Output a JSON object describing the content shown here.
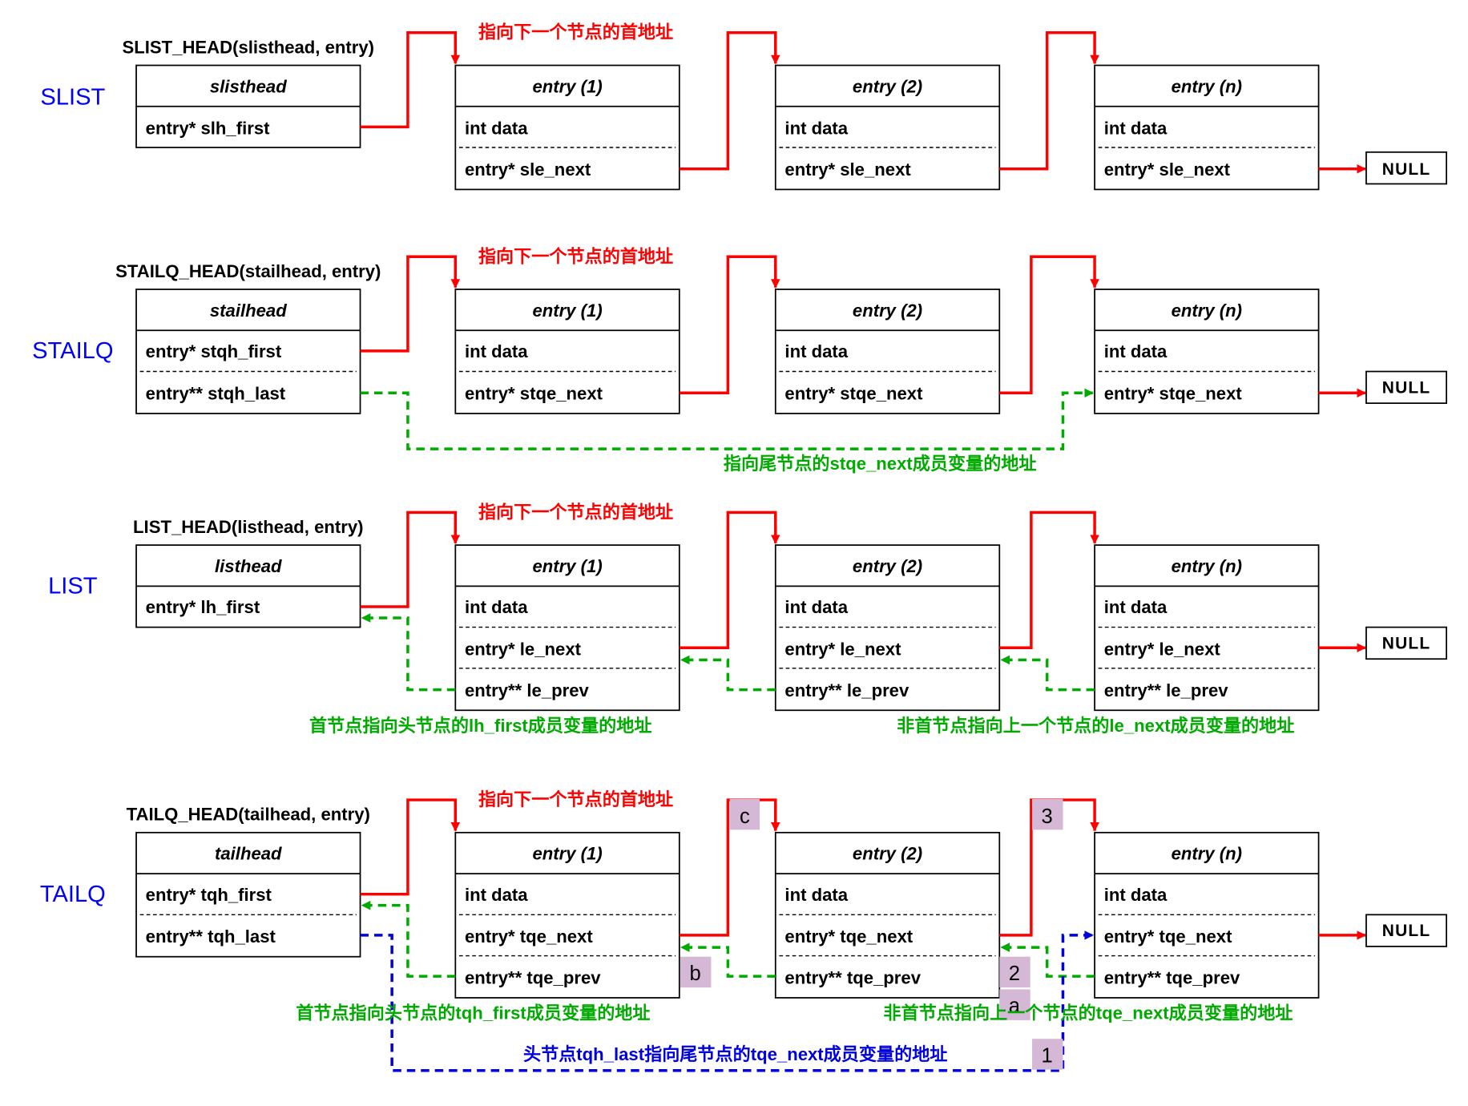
{
  "colors": {
    "next_link": "#ff0000",
    "prev_link": "#00aa00",
    "last_link": "#0000dd",
    "side_label": "#0000ff",
    "badge_fill": "#d5b8d5"
  },
  "null_label": "NULL",
  "common_node": {
    "entry1": "entry (1)",
    "entry2": "entry (2)",
    "entryn": "entry (n)",
    "data": "int data"
  },
  "next_note": "指向下一个节点的首地址",
  "slist": {
    "side": "SLIST",
    "head_title": "SLIST_HEAD(slisthead, entry)",
    "head_name": "slisthead",
    "head_first": "entry* slh_first",
    "next_field": "entry* sle_next"
  },
  "stailq": {
    "side": "STAILQ",
    "head_title": "STAILQ_HEAD(stailhead, entry)",
    "head_name": "stailhead",
    "head_first": "entry* stqh_first",
    "head_last": "entry** stqh_last",
    "next_field": "entry* stqe_next",
    "last_note": "指向尾节点的stqe_next成员变量的地址"
  },
  "list": {
    "side": "LIST",
    "head_title": "LIST_HEAD(listhead, entry)",
    "head_name": "listhead",
    "head_first": "entry* lh_first",
    "next_field": "entry* le_next",
    "prev_field": "entry** le_prev",
    "first_prev_note": "首节点指向头节点的lh_first成员变量的地址",
    "other_prev_note": "非首节点指向上一个节点的le_next成员变量的地址"
  },
  "tailq": {
    "side": "TAILQ",
    "head_title": "TAILQ_HEAD(tailhead, entry)",
    "head_name": "tailhead",
    "head_first": "entry* tqh_first",
    "head_last": "entry** tqh_last",
    "next_field": "entry* tqe_next",
    "prev_field": "entry** tqe_prev",
    "first_prev_note": "首节点指向头节点的tqh_first成员变量的地址",
    "other_prev_note": "非首节点指向上一个节点的tqe_next成员变量的地址",
    "last_note": "头节点tqh_last指向尾节点的tqe_next成员变量的地址",
    "badges": {
      "c": "c",
      "three": "3",
      "b": "b",
      "two": "2",
      "a": "a",
      "one": "1"
    }
  }
}
